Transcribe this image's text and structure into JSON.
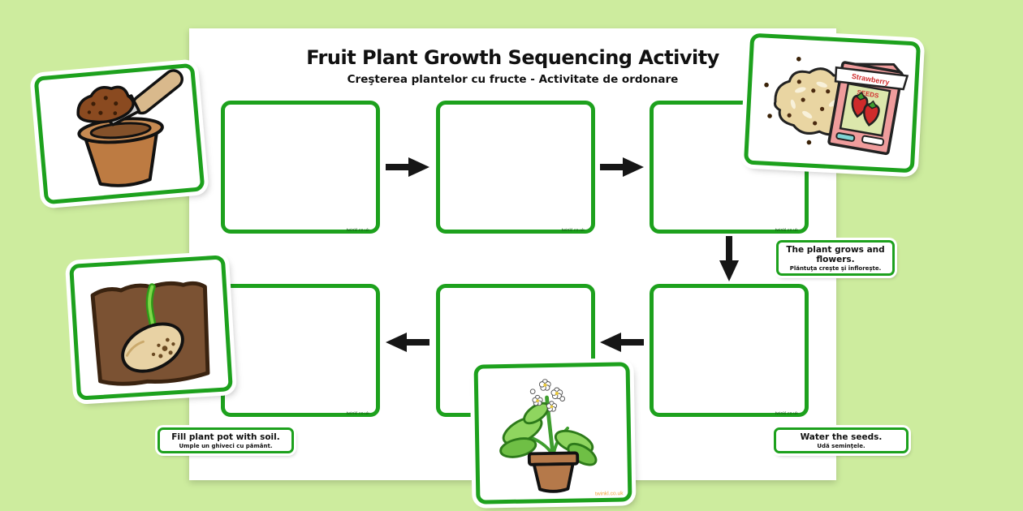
{
  "header": {
    "title": "Fruit Plant Growth Sequencing Activity",
    "subtitle": "Creşterea plantelor cu fructe - Activitate de ordonare"
  },
  "boxes": {
    "count": 6,
    "watermark": "twinkl.co.uk"
  },
  "labels": {
    "plant_grows": {
      "en": "The plant grows and flowers.",
      "ro": "Plăntuţa creşte şi înfloreşte."
    },
    "fill_pot": {
      "en": "Fill plant pot with soil.",
      "ro": "Umple un ghiveci cu pământ."
    },
    "water_seeds": {
      "en": "Water the seeds.",
      "ro": "Udă seminţele."
    }
  },
  "cards": {
    "soil_trowel": {
      "name": "trowel filling plant pot with soil"
    },
    "seed_packet": {
      "name": "strawberry seed packet with loose seeds",
      "banner": "Strawberry",
      "sub": "SEEDS"
    },
    "seed_in_soil": {
      "name": "seed sprouting underground"
    },
    "flowering_plant": {
      "name": "flowering plant in pot",
      "watermark": "twinkl.co.uk"
    }
  },
  "colors": {
    "background": "#cdec9e",
    "frame_green": "#1da11d",
    "arrow_black": "#161616",
    "page_white": "#ffffff",
    "terracotta": "#bd7b42",
    "soil_brown": "#7b5233",
    "packet_pink": "#ef9c9c"
  }
}
